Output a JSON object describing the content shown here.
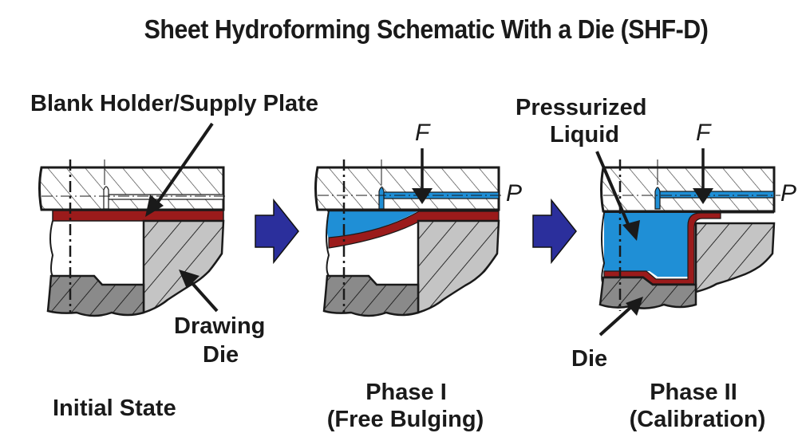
{
  "title": "Sheet Hydroforming Schematic With a Die (SHF-D)",
  "labels": {
    "blank_holder": "Blank Holder/Supply Plate",
    "drawing_die_line1": "Drawing",
    "drawing_die_line2": "Die",
    "pressurized_line1": "Pressurized",
    "pressurized_line2": "Liquid",
    "die": "Die",
    "force": "F",
    "pressure": "P"
  },
  "stages": [
    {
      "name": "Initial State",
      "caption_line1": "Initial State",
      "caption_line2": ""
    },
    {
      "name": "Phase I",
      "caption_line1": "Phase I",
      "caption_line2": "(Free Bulging)"
    },
    {
      "name": "Phase II",
      "caption_line1": "Phase II",
      "caption_line2": "(Calibration)"
    }
  ],
  "colors": {
    "sheet": "#9b1b1b",
    "liquid": "#1f8fd6",
    "die_light": "#c4c4c4",
    "die_dark": "#8a8a8a",
    "arrow": "#2b2f9c",
    "line": "#1a1a1a"
  }
}
